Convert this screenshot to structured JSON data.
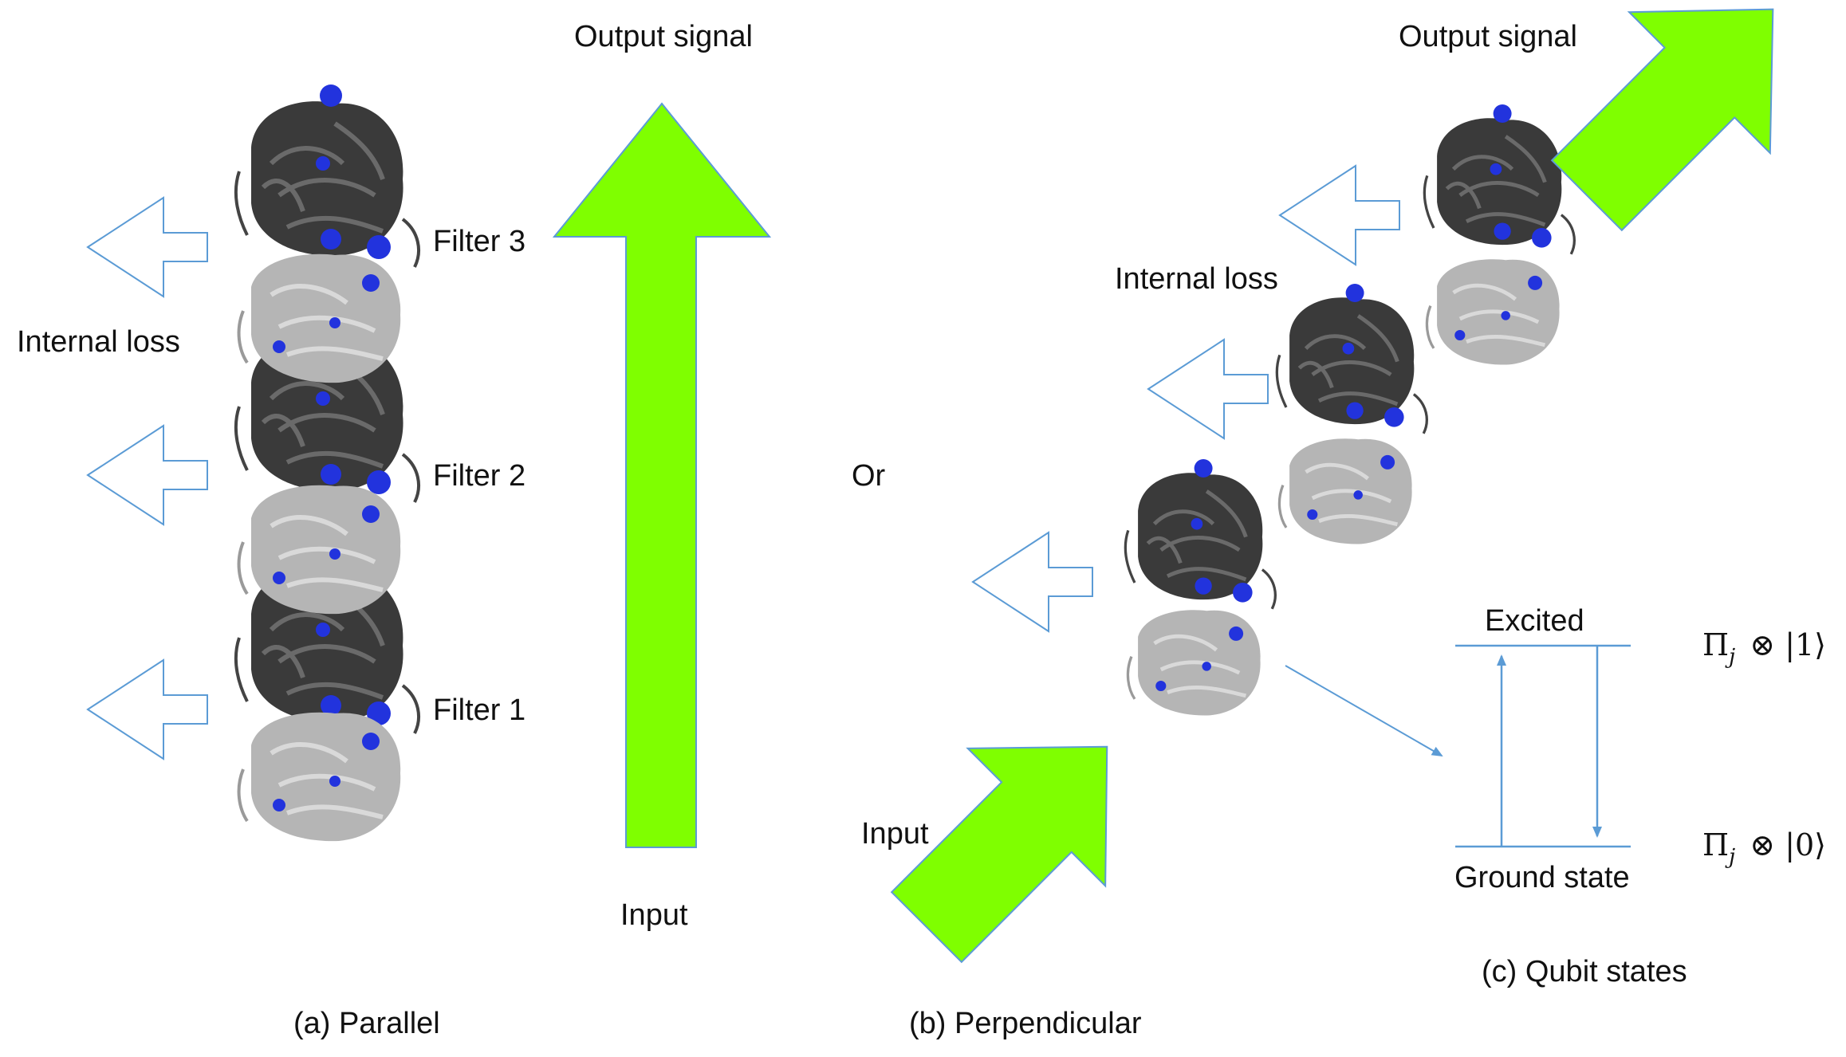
{
  "panel_a": {
    "caption": "(a) Parallel",
    "output_label": "Output signal",
    "input_label": "Input",
    "loss_label": "Internal loss",
    "filters": [
      "Filter 3",
      "Filter 2",
      "Filter 1"
    ]
  },
  "connector": "Or",
  "panel_b": {
    "caption": "(b) Perpendicular",
    "output_label": "Output signal",
    "input_label": "Input",
    "loss_label": "Internal loss"
  },
  "panel_c": {
    "caption": "(c) Qubit states",
    "excited_label": "Excited",
    "ground_label": "Ground state",
    "excited_ket": "Π_j ⊗ |1⟩",
    "ground_ket": "Π_j ⊗ |0⟩"
  },
  "colors": {
    "signal_arrow": "#7fff00",
    "outline_blue": "#5b9bd5",
    "protein_dark": "#3a3a3a",
    "protein_light": "#b5b5b5",
    "ligand": "#2233dd"
  },
  "icons": [
    "signal-arrow",
    "loss-arrow-icon",
    "protein-structure"
  ]
}
